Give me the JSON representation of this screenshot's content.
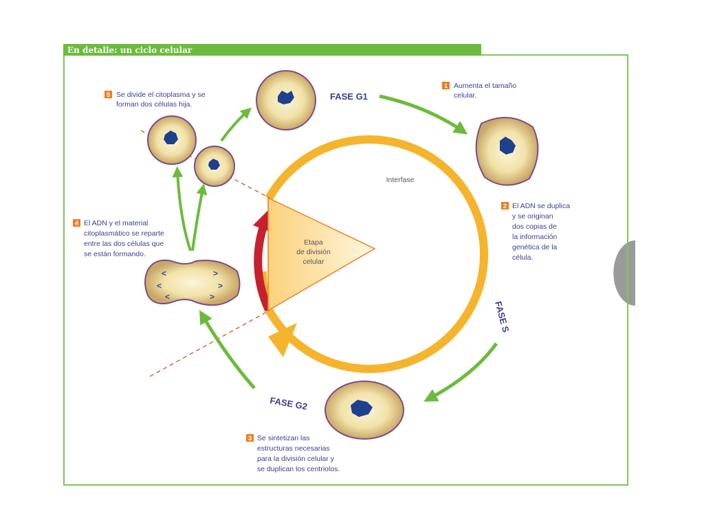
{
  "header": {
    "title": "En detalle: un ciclo celular"
  },
  "phases": {
    "g1": "FASE G1",
    "s": "FASE S",
    "g2": "FASE G2"
  },
  "cycle": {
    "interphase": "Interfase",
    "division": [
      "Etapa",
      "de división",
      "celular"
    ]
  },
  "steps": [
    {
      "number": "1",
      "lines": [
        "Aumenta el tamaño",
        "celular."
      ]
    },
    {
      "number": "2",
      "lines": [
        "El ADN se duplica",
        "y se originan",
        "dos copias de",
        "la información",
        "genética de la",
        "célula."
      ]
    },
    {
      "number": "3",
      "lines": [
        "Se sintetizan las",
        "estructuras necesarias",
        "para la división celular y",
        "se duplican los centriolos."
      ]
    },
    {
      "number": "4",
      "lines": [
        "El ADN y el material",
        "citoplasmático se reparte",
        "entre las dos células que",
        "se están formando."
      ]
    },
    {
      "number": "5",
      "lines": [
        "Se divide el citoplasma y se",
        "forman dos células hija."
      ]
    }
  ],
  "colors": {
    "green": "#6cbb3c",
    "frame": "#7cc65a",
    "ring": "#f6b42c",
    "red": "#c7202f",
    "text": "#3a3f8f",
    "badge": "#ef7d22"
  }
}
